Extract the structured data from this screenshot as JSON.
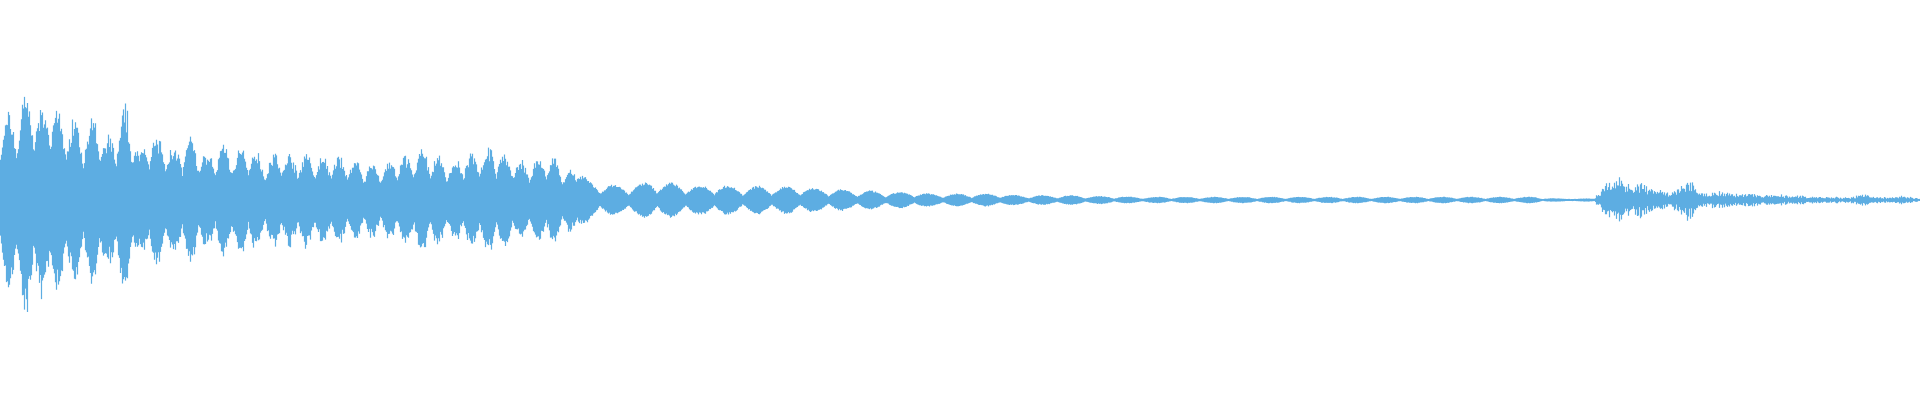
{
  "waveform": {
    "color": "#5DADE2",
    "background": "#ffffff",
    "envelope": [
      [
        0.0,
        0.55
      ],
      [
        0.008,
        0.6
      ],
      [
        0.015,
        0.78
      ],
      [
        0.02,
        0.6
      ],
      [
        0.026,
        0.68
      ],
      [
        0.033,
        0.55
      ],
      [
        0.04,
        0.58
      ],
      [
        0.045,
        0.45
      ],
      [
        0.05,
        0.6
      ],
      [
        0.055,
        0.4
      ],
      [
        0.06,
        0.5
      ],
      [
        0.066,
        0.62
      ],
      [
        0.072,
        0.35
      ],
      [
        0.078,
        0.45
      ],
      [
        0.085,
        0.4
      ],
      [
        0.092,
        0.36
      ],
      [
        0.1,
        0.42
      ],
      [
        0.108,
        0.3
      ],
      [
        0.115,
        0.38
      ],
      [
        0.122,
        0.34
      ],
      [
        0.13,
        0.36
      ],
      [
        0.138,
        0.28
      ],
      [
        0.145,
        0.33
      ],
      [
        0.152,
        0.3
      ],
      [
        0.16,
        0.32
      ],
      [
        0.168,
        0.28
      ],
      [
        0.175,
        0.3
      ],
      [
        0.182,
        0.27
      ],
      [
        0.19,
        0.25
      ],
      [
        0.198,
        0.24
      ],
      [
        0.205,
        0.27
      ],
      [
        0.212,
        0.3
      ],
      [
        0.22,
        0.34
      ],
      [
        0.228,
        0.3
      ],
      [
        0.236,
        0.25
      ],
      [
        0.244,
        0.32
      ],
      [
        0.252,
        0.35
      ],
      [
        0.26,
        0.34
      ],
      [
        0.268,
        0.28
      ],
      [
        0.276,
        0.25
      ],
      [
        0.284,
        0.3
      ],
      [
        0.292,
        0.24
      ],
      [
        0.3,
        0.18
      ],
      [
        0.308,
        0.12
      ],
      [
        0.316,
        0.1
      ],
      [
        0.324,
        0.09
      ],
      [
        0.332,
        0.1
      ],
      [
        0.34,
        0.12
      ],
      [
        0.348,
        0.11
      ],
      [
        0.356,
        0.1
      ],
      [
        0.364,
        0.09
      ],
      [
        0.372,
        0.1
      ],
      [
        0.38,
        0.09
      ],
      [
        0.388,
        0.08
      ],
      [
        0.396,
        0.09
      ],
      [
        0.404,
        0.08
      ],
      [
        0.412,
        0.09
      ],
      [
        0.42,
        0.08
      ],
      [
        0.428,
        0.07
      ],
      [
        0.436,
        0.07
      ],
      [
        0.444,
        0.06
      ],
      [
        0.452,
        0.06
      ],
      [
        0.46,
        0.05
      ],
      [
        0.468,
        0.05
      ],
      [
        0.476,
        0.05
      ],
      [
        0.484,
        0.04
      ],
      [
        0.492,
        0.04
      ],
      [
        0.5,
        0.04
      ],
      [
        0.51,
        0.04
      ],
      [
        0.52,
        0.04
      ],
      [
        0.53,
        0.03
      ],
      [
        0.54,
        0.03
      ],
      [
        0.55,
        0.03
      ],
      [
        0.56,
        0.03
      ],
      [
        0.57,
        0.025
      ],
      [
        0.58,
        0.025
      ],
      [
        0.59,
        0.02
      ],
      [
        0.6,
        0.02
      ],
      [
        0.61,
        0.02
      ],
      [
        0.62,
        0.02
      ],
      [
        0.63,
        0.02
      ],
      [
        0.64,
        0.02
      ],
      [
        0.65,
        0.02
      ],
      [
        0.66,
        0.02
      ],
      [
        0.67,
        0.02
      ],
      [
        0.68,
        0.02
      ],
      [
        0.69,
        0.02
      ],
      [
        0.7,
        0.02
      ],
      [
        0.71,
        0.02
      ],
      [
        0.72,
        0.02
      ],
      [
        0.73,
        0.02
      ],
      [
        0.74,
        0.02
      ],
      [
        0.75,
        0.02
      ],
      [
        0.76,
        0.02
      ],
      [
        0.77,
        0.02
      ],
      [
        0.78,
        0.02
      ],
      [
        0.79,
        0.02
      ],
      [
        0.8,
        0.02
      ],
      [
        0.81,
        0.01
      ],
      [
        0.82,
        0.01
      ],
      [
        0.83,
        0.01
      ],
      [
        0.835,
        0.1
      ],
      [
        0.84,
        0.14
      ],
      [
        0.845,
        0.16
      ],
      [
        0.85,
        0.1
      ],
      [
        0.855,
        0.12
      ],
      [
        0.86,
        0.08
      ],
      [
        0.865,
        0.06
      ],
      [
        0.87,
        0.05
      ],
      [
        0.875,
        0.1
      ],
      [
        0.88,
        0.14
      ],
      [
        0.885,
        0.07
      ],
      [
        0.89,
        0.05
      ],
      [
        0.895,
        0.06
      ],
      [
        0.9,
        0.05
      ],
      [
        0.905,
        0.04
      ],
      [
        0.91,
        0.05
      ],
      [
        0.915,
        0.04
      ],
      [
        0.92,
        0.03
      ],
      [
        0.925,
        0.04
      ],
      [
        0.93,
        0.03
      ],
      [
        0.935,
        0.03
      ],
      [
        0.94,
        0.03
      ],
      [
        0.945,
        0.02
      ],
      [
        0.95,
        0.02
      ],
      [
        0.955,
        0.02
      ],
      [
        0.96,
        0.02
      ],
      [
        0.965,
        0.02
      ],
      [
        0.97,
        0.05
      ],
      [
        0.975,
        0.02
      ],
      [
        0.98,
        0.02
      ],
      [
        0.985,
        0.02
      ],
      [
        0.99,
        0.03
      ],
      [
        0.995,
        0.02
      ],
      [
        1.0,
        0.01
      ]
    ]
  }
}
